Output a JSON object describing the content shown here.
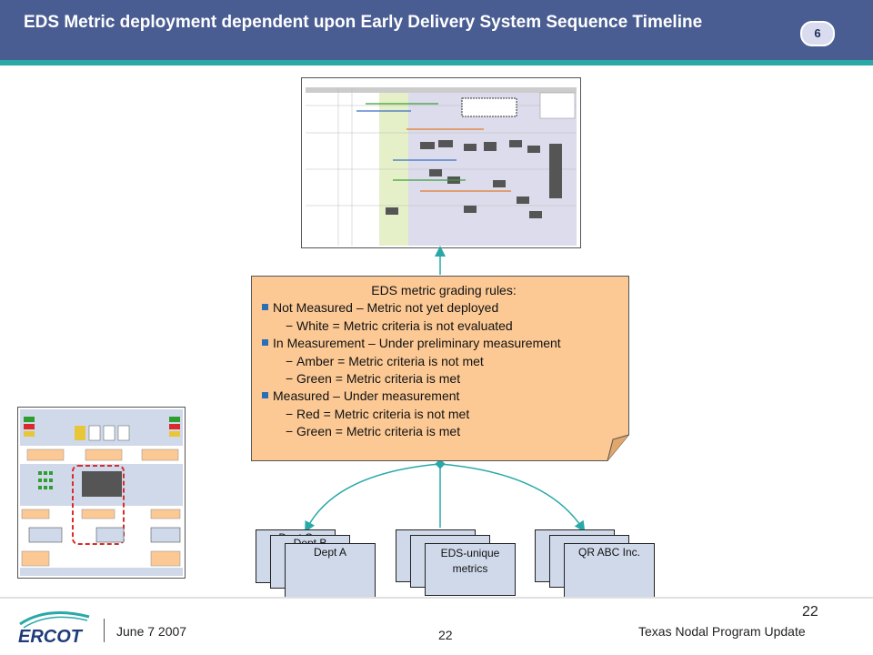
{
  "header": {
    "title": "EDS Metric deployment dependent upon Early Delivery System Sequence Timeline",
    "slide_badge": "6"
  },
  "rules": {
    "heading": "EDS metric grading rules:",
    "items": [
      {
        "level": 1,
        "text": "Not Measured – Metric not yet deployed"
      },
      {
        "level": 2,
        "text": "White = Metric criteria is not evaluated"
      },
      {
        "level": 1,
        "text": "In Measurement – Under preliminary measurement"
      },
      {
        "level": 2,
        "text": "Amber = Metric criteria is not met"
      },
      {
        "level": 2,
        "text": "Green = Metric criteria is met"
      },
      {
        "level": 1,
        "text": "Measured –  Under measurement"
      },
      {
        "level": 2,
        "text": "Red = Metric criteria is not met"
      },
      {
        "level": 2,
        "text": "Green = Metric criteria is met"
      }
    ]
  },
  "stacks": {
    "dept": {
      "back2": "Dept C",
      "back1": "Dept B",
      "front": "Dept A"
    },
    "eds": {
      "front": "EDS-unique metrics"
    },
    "qr": {
      "front": "QR ABC Inc."
    }
  },
  "footer": {
    "page_number_top": "22",
    "date": "June 7 2007",
    "page_number_bottom": "22",
    "program": "Texas Nodal Program Update",
    "logo_text": "ERCOT"
  },
  "colors": {
    "header_bg": "#4a5d92",
    "accent_teal": "#2aa8a8",
    "rules_bg": "#fcc995",
    "doc_bg": "#cfd9ea"
  }
}
